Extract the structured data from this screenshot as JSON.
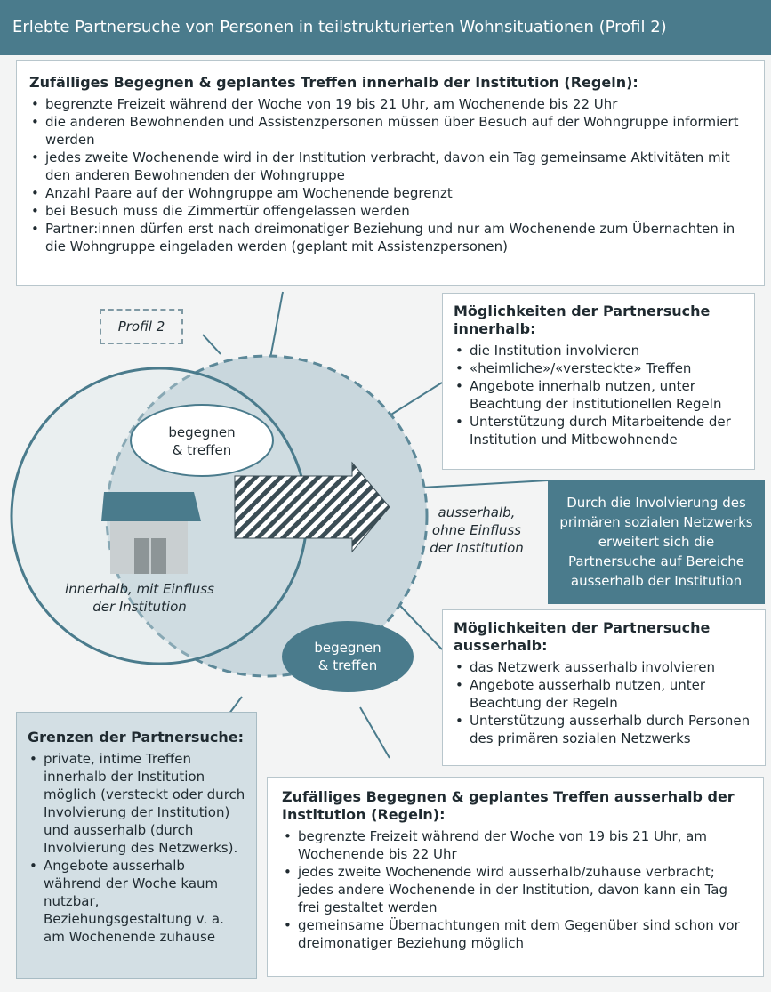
{
  "header": {
    "title": "Erlebte Partnersuche von Personen in teilstrukturierten Wohnsituationen (Profil 2)"
  },
  "top_box": {
    "title": "Zufälliges Begegnen & geplantes Treffen innerhalb der Institution (Regeln):",
    "items": [
      "begrenzte Freizeit während der Woche von 19 bis 21 Uhr, am Wochenende bis 22 Uhr",
      "die anderen Bewohnenden und Assistenzpersonen müssen über Besuch auf der Wohngruppe informiert werden",
      "jedes zweite Wochenende wird in der Institution verbracht, davon ein Tag gemeinsame Aktivitäten mit den anderen Bewohnenden der Wohngruppe",
      "Anzahl Paare auf der Wohngruppe am Wochenende begrenzt",
      "bei Besuch muss die Zimmertür offengelassen werden",
      "Partner:innen dürfen erst nach dreimonatiger Beziehung und nur am Wochenende zum Übernachten in die Wohngruppe eingeladen werden (geplant mit Assistenzpersonen)"
    ]
  },
  "profile_label": "Profil 2",
  "inside_box": {
    "title": "Möglichkeiten der Partnersuche innerhalb:",
    "items": [
      "die Institution involvieren",
      "«heimliche»/«versteckte» Treffen",
      "Angebote innerhalb nutzen, unter Beachtung der institutionellen Regeln",
      "Unterstützung durch Mitarbeitende der Institution und Mitbewohnende"
    ]
  },
  "callout": "Durch die Involvierung des primären sozialen Netzwerks erweitert sich die Partnersuche auf Bereiche ausserhalb der Institution",
  "outside_box": {
    "title": "Möglichkeiten der Partnersuche ausserhalb:",
    "items": [
      "das Netzwerk ausserhalb involvieren",
      "Angebote ausserhalb nutzen, unter Beachtung der Regeln",
      "Unterstützung ausserhalb durch Personen des primären sozialen Netzwerks"
    ]
  },
  "diagram": {
    "oval_inside": "begegnen\n& treffen",
    "oval_outside": "begegnen\n& treffen",
    "label_inside": "innerhalb, mit Einfluss\nder Institution",
    "label_outside": "ausserhalb,\nohne Einfluss\nder Institution"
  },
  "limits_box": {
    "title": "Grenzen der Partnersuche:",
    "items": [
      "private, intime Treffen innerhalb der Institution möglich (versteckt oder durch Involvierung der Institution) und ausserhalb (durch Involvierung des Netzwerks).",
      "Angebote ausserhalb während der Woche kaum nutzbar, Beziehungsgestaltung v. a. am Wochenende zuhause"
    ]
  },
  "bottom_box": {
    "title": "Zufälliges Begegnen & geplantes Treffen ausserhalb der Institution (Regeln):",
    "items": [
      "begrenzte Freizeit während der Woche von 19 bis 21 Uhr, am Wochenende bis 22 Uhr",
      "jedes zweite Wochenende wird ausserhalb/zuhause verbracht; jedes andere Wochenende in der Institution, davon kann ein Tag frei gestaltet werden",
      "gemeinsame Übernachtungen mit dem Gegenüber sind schon vor dreimonatiger Beziehung möglich"
    ]
  },
  "colors": {
    "accent": "#4a7b8c",
    "circle_fill": "#c9d7dd",
    "limits_fill": "#d3dfe4"
  }
}
